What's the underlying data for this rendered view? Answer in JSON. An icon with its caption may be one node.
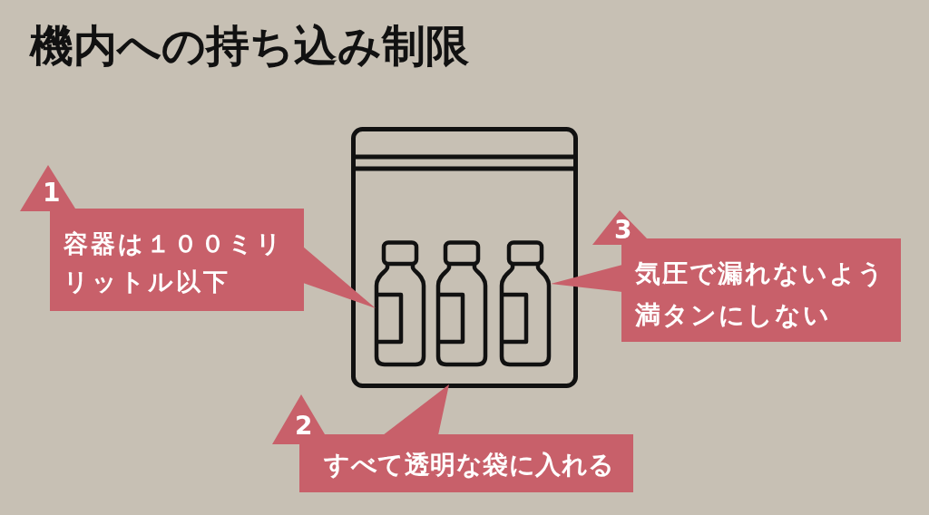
{
  "diagram": {
    "title": "機内への持ち込み制限",
    "nodes": [
      {
        "text": [
          "1",
          "容器は１００ミリリットル以下"
        ]
      },
      {
        "text": [],
        "shape": "picture"
      },
      {
        "text": [],
        "shape": "picture",
        "in": 1
      },
      {
        "text": [],
        "shape": "picture",
        "in": 1
      },
      {
        "text": [],
        "shape": "picture",
        "in": 1
      },
      {
        "text": [
          "2",
          "すべて透明な袋に入れる"
        ]
      },
      {
        "text": [
          "3",
          "気圧で漏れないよう満タンにしない"
        ]
      }
    ],
    "edges": [
      {
        "from": 0,
        "to": 2,
        "arrow": "to"
      },
      {
        "from": 5,
        "to": 1,
        "arrow": "to"
      },
      {
        "from": 6,
        "to": 4,
        "arrow": "to"
      }
    ]
  }
}
